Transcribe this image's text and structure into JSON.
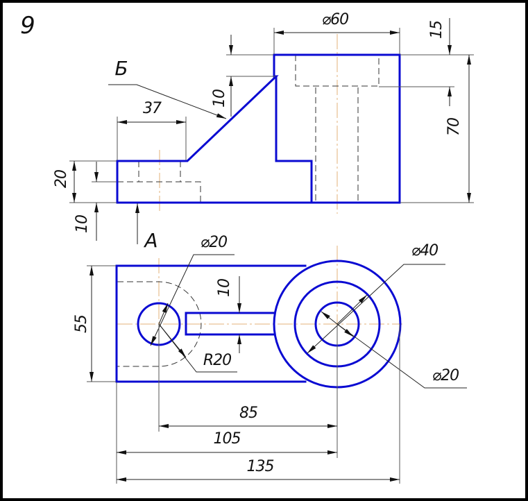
{
  "drawing": {
    "task_number": "9",
    "type": "orthographic engineering drawing",
    "views": [
      "front view",
      "top view"
    ],
    "line_colors": {
      "visible_outline": "#0a0ad2",
      "centerline": "#e3b27a",
      "hidden_line": "#333333",
      "dimension_line": "#222222",
      "frame": "#000000"
    }
  },
  "labels": {
    "section_b": "Б",
    "view_a": "А"
  },
  "front_view": {
    "dimensions": {
      "cylinder_diameter": "⌀60",
      "counterbore_depth": "15",
      "total_height": "70",
      "rib_offset": "10",
      "base_length_to_rib": "37",
      "base_height": "20",
      "hidden_step_height": "10"
    }
  },
  "top_view": {
    "dimensions": {
      "hole_diameter_left": "⌀20",
      "pocket_radius": "R20",
      "slot_width": "10",
      "base_width": "55",
      "counterbore_diameter": "⌀40",
      "bore_diameter": "⌀20",
      "hole_to_center": "85",
      "edge_to_center": "105",
      "overall_length": "135"
    }
  }
}
